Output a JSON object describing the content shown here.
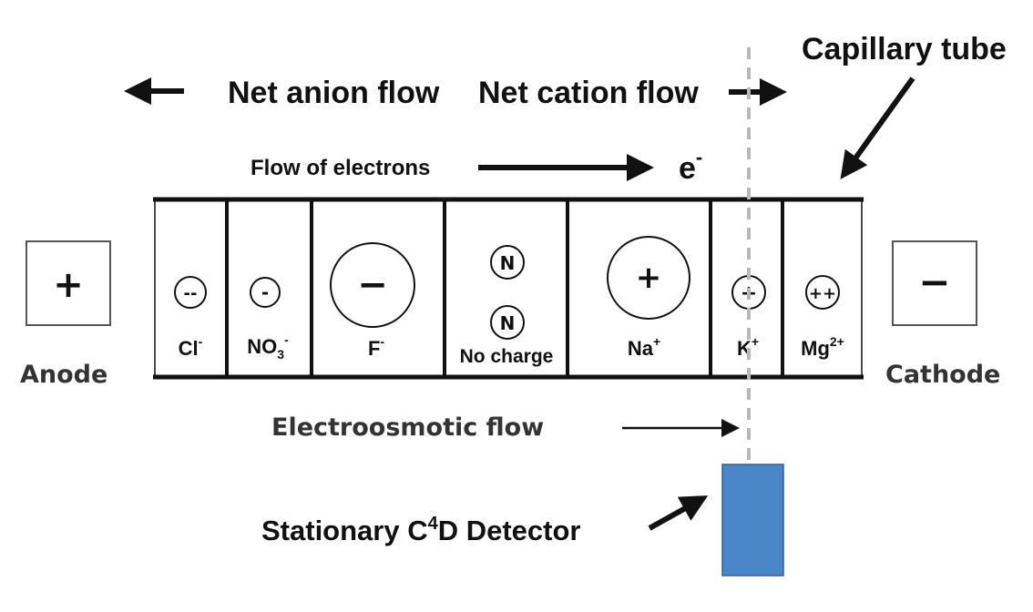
{
  "flows": {
    "net_anion": "Net anion flow",
    "net_cation": "Net cation flow",
    "electrons": "Flow of electrons",
    "electron_symbol": "e",
    "electron_charge": "-",
    "electroosmotic": "Electroosmotic flow"
  },
  "capillary": {
    "label": "Capillary tube"
  },
  "electrodes": {
    "anode": {
      "label": "Anode",
      "sign": "+"
    },
    "cathode": {
      "label": "Cathode",
      "sign": "−"
    }
  },
  "compartments": [
    {
      "id": "cl",
      "symbol": "--",
      "label": "Cl",
      "sup": "-",
      "sub": ""
    },
    {
      "id": "no3",
      "symbol": "-",
      "label": "NO",
      "sub": "3",
      "sup": "-"
    },
    {
      "id": "f",
      "symbol": "−",
      "label": "F",
      "sup": "-",
      "sub": ""
    },
    {
      "id": "neutral",
      "symbol": "N",
      "label": "No charge",
      "sup": "",
      "sub": ""
    },
    {
      "id": "na",
      "symbol": "+",
      "label": "Na",
      "sup": "+",
      "sub": ""
    },
    {
      "id": "k",
      "symbol": "+",
      "label": "K",
      "sup": "+",
      "sub": ""
    },
    {
      "id": "mg",
      "symbol": "++",
      "label": "Mg",
      "sup": "2+",
      "sub": ""
    }
  ],
  "detector": {
    "label_prefix": "Stationary C",
    "label_sup": "4",
    "label_suffix": "D Detector",
    "color": "#4a86c8"
  }
}
